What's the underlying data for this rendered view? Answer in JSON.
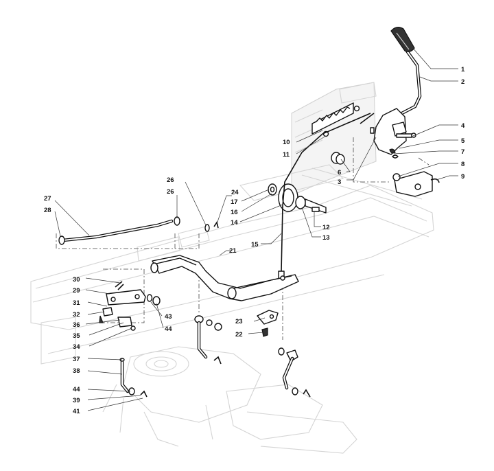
{
  "callouts": {
    "c1": "1",
    "c2": "2",
    "c3": "3",
    "c4": "4",
    "c5": "5",
    "c6": "6",
    "c7": "7",
    "c8": "8",
    "c9": "9",
    "c10": "10",
    "c11": "11",
    "c12": "12",
    "c13": "13",
    "c14": "14",
    "c15": "15",
    "c16": "16",
    "c17": "17",
    "c21": "21",
    "c22": "22",
    "c23": "23",
    "c24": "24",
    "c26a": "26",
    "c26b": "26",
    "c27": "27",
    "c28": "28",
    "c29": "29",
    "c30": "30",
    "c31": "31",
    "c32": "32",
    "c34": "34",
    "c35": "35",
    "c36": "36",
    "c37": "37",
    "c38": "38",
    "c39": "39",
    "c41": "41",
    "c43": "43",
    "c44a": "44",
    "c44b": "44"
  },
  "colors": {
    "line": "#111111",
    "ghost": "#d4d4d4",
    "background": "#ffffff"
  }
}
